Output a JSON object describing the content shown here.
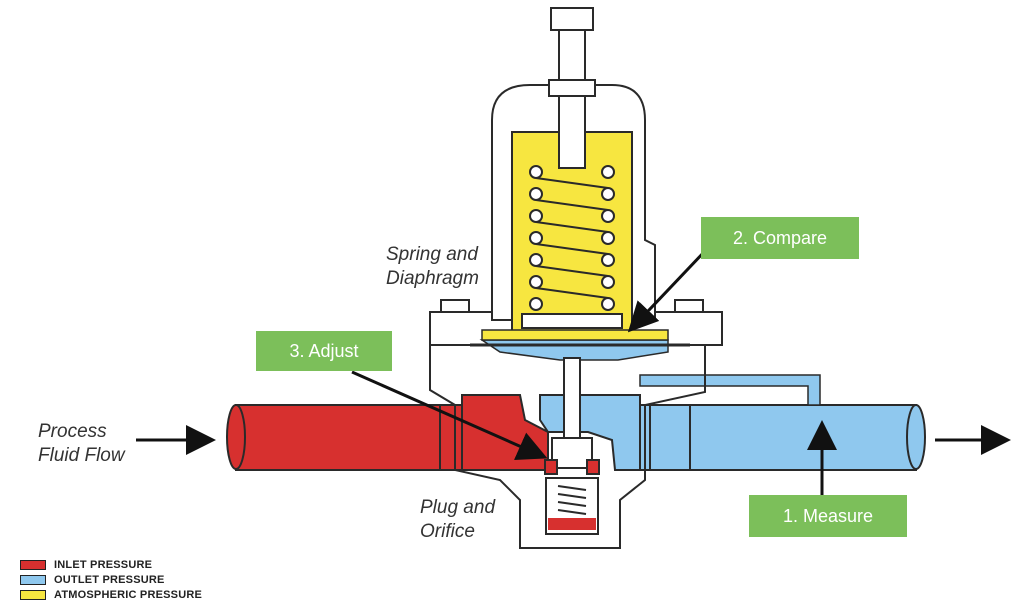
{
  "labels": {
    "process_flow_line1": "Process",
    "process_flow_line2": "Fluid Flow",
    "spring_line1": "Spring and",
    "spring_line2": "Diaphragm",
    "plug_line1": "Plug and",
    "plug_line2": "Orifice"
  },
  "callouts": {
    "compare": "2. Compare",
    "adjust": "3. Adjust",
    "measure": "1. Measure"
  },
  "legend": [
    {
      "text": "INLET PRESSURE",
      "color": "#d7302f"
    },
    {
      "text": "OUTLET PRESSURE",
      "color": "#8fc8ee"
    },
    {
      "text": "ATMOSPHERIC PRESSURE",
      "color": "#f7e640"
    }
  ],
  "colors": {
    "inlet": "#d7302f",
    "outlet": "#8fc8ee",
    "atmospheric": "#f7e640",
    "body": "#ffffff",
    "outline": "#2a2a2a",
    "callout_bg": "#7cbf5a"
  }
}
